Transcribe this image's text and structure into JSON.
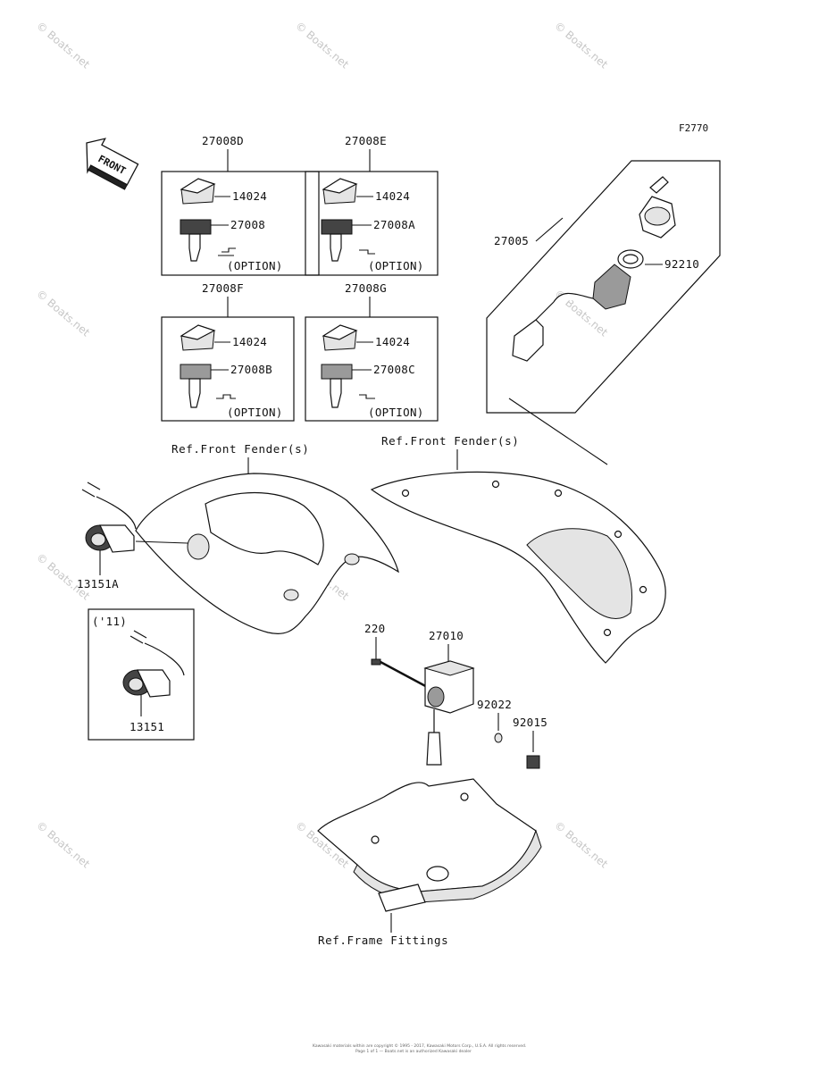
{
  "diagram_code": "F2770",
  "direction_label": "FRONT",
  "watermark_text": "© Boats.net",
  "key_sets": [
    {
      "set_no": "27008D",
      "cap_part": "14024",
      "key_part": "27008",
      "option": "(OPTION)"
    },
    {
      "set_no": "27008E",
      "cap_part": "14024",
      "key_part": "27008A",
      "option": "(OPTION)"
    },
    {
      "set_no": "27008F",
      "cap_part": "14024",
      "key_part": "27008B",
      "option": "(OPTION)"
    },
    {
      "set_no": "27008G",
      "cap_part": "14024",
      "key_part": "27008C",
      "option": "(OPTION)"
    }
  ],
  "switch_assembly": {
    "assembly_part": "27005",
    "ring_part": "92210"
  },
  "references": {
    "front_fender_left": "Ref.Front Fender(s)",
    "front_fender_right": "Ref.Front Fender(s)",
    "frame_fittings": "Ref.Frame Fittings"
  },
  "socket_parts": {
    "socket_a": "13151A",
    "inset_year": "('11)",
    "socket": "13151"
  },
  "lower_parts": {
    "bolt": "220",
    "box": "27010",
    "washer": "92022",
    "grommet": "92015"
  },
  "footer_lines": [
    "Kawasaki materials within are copyright © 1995 - 2017, Kawasaki Motors Corp., U.S.A. All rights reserved.",
    "Page 1 of 1 — Boats.net is an authorized Kawasaki dealer"
  ]
}
